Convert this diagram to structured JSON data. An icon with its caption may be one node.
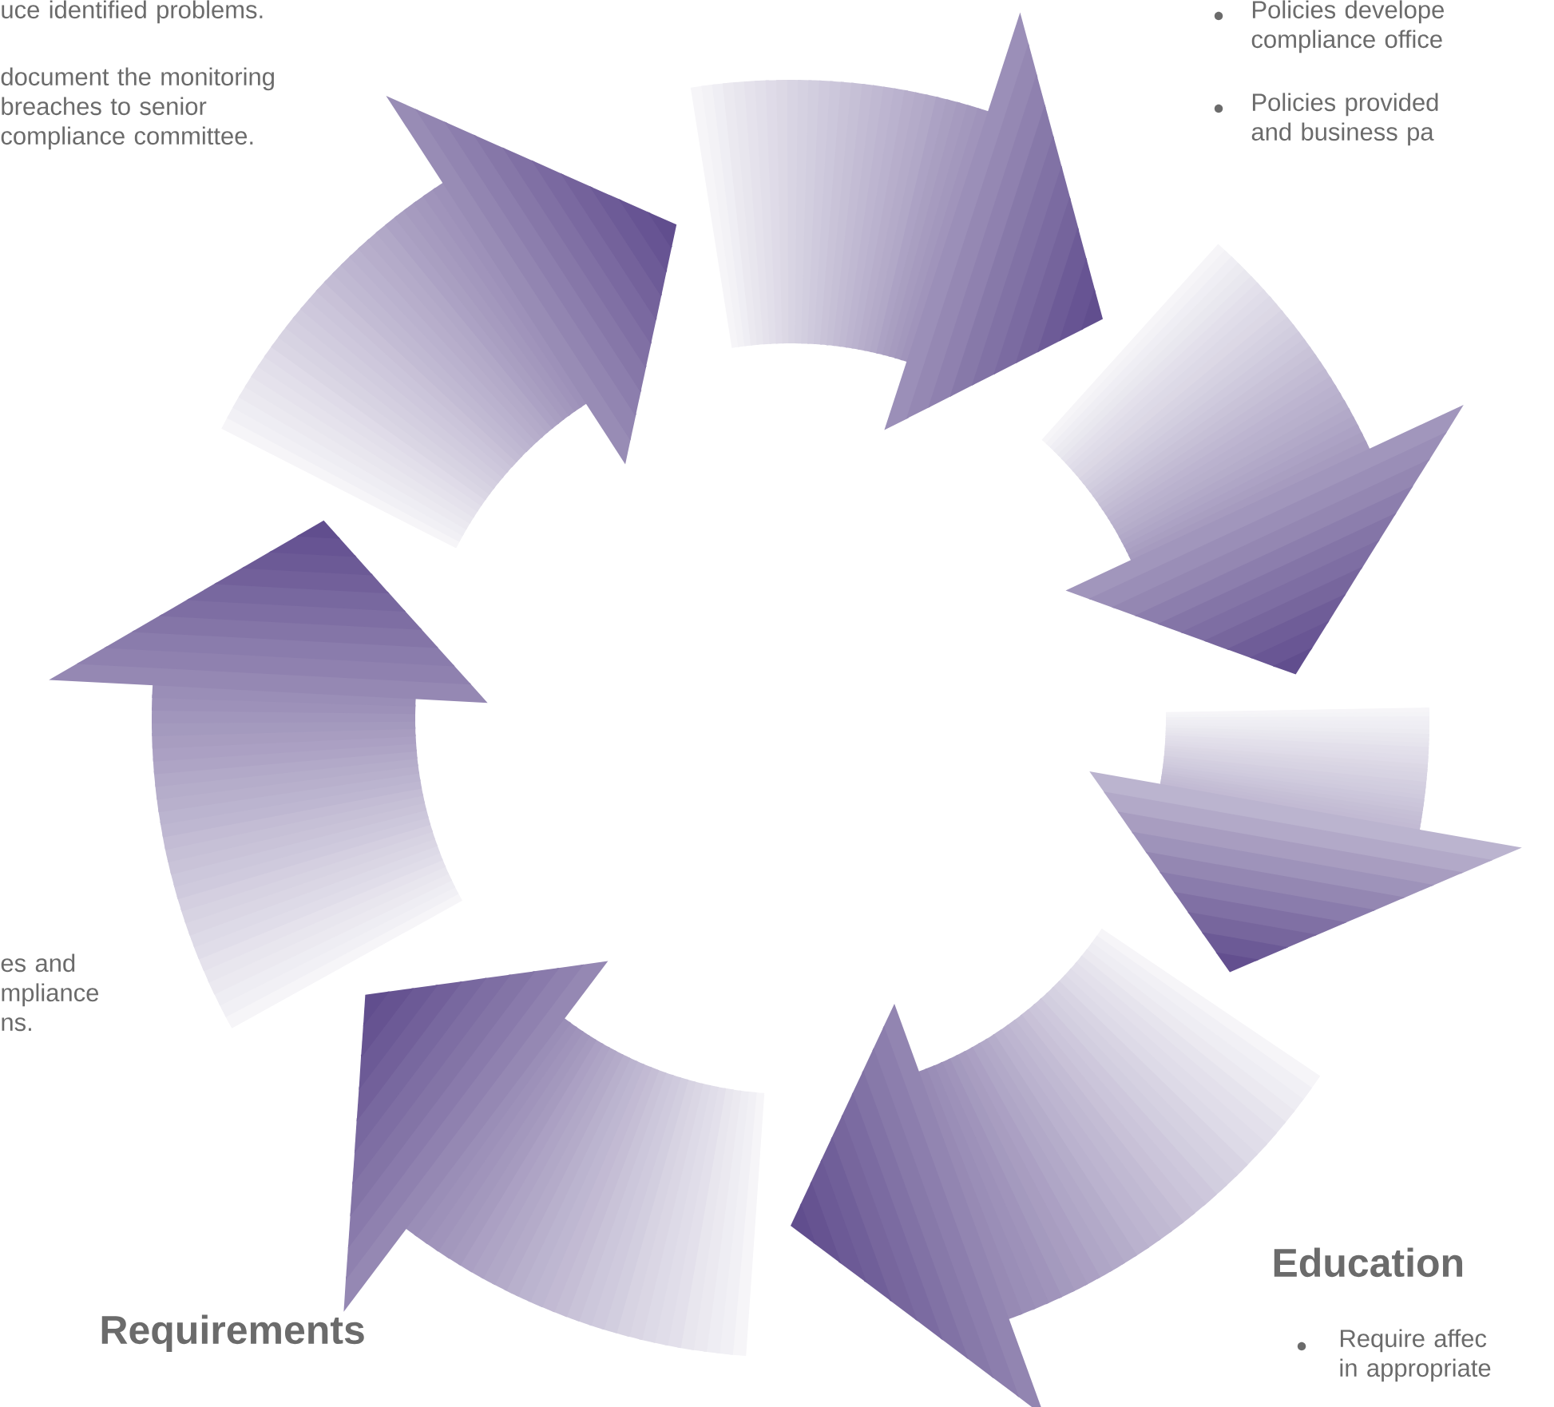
{
  "diagram": {
    "labels": [
      "uce identified problems.",
      "document the monitoring breaches to senior compliance committee.",
      "Policies develope compliance office",
      "Policies provided and business pa",
      "es and mpliance ns.",
      "Education",
      "Require affec in appropriate",
      "Requirements"
    ]
  }
}
